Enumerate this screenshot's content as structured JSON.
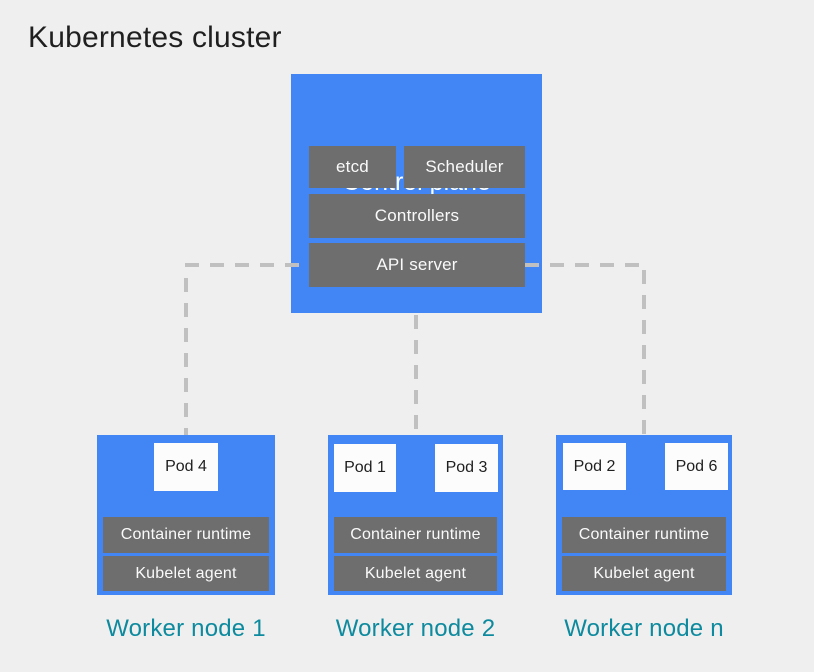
{
  "title": "Kubernetes cluster",
  "control_plane": {
    "label": "Control plane",
    "etcd": "etcd",
    "scheduler": "Scheduler",
    "controllers": "Controllers",
    "api_server": "API server"
  },
  "workers": [
    {
      "label": "Worker node 1",
      "pods": [
        "Pod 4"
      ],
      "container_runtime": "Container runtime",
      "kubelet_agent": "Kubelet agent"
    },
    {
      "label": "Worker node 2",
      "pods": [
        "Pod 1",
        "Pod 3"
      ],
      "container_runtime": "Container runtime",
      "kubelet_agent": "Kubelet agent"
    },
    {
      "label": "Worker node n",
      "pods": [
        "Pod 2",
        "Pod 6"
      ],
      "container_runtime": "Container runtime",
      "kubelet_agent": "Kubelet agent"
    }
  ],
  "colors": {
    "background": "#EFEFEF",
    "node_blue": "#4285F4",
    "component_gray": "#6E6E6E",
    "pod_white": "#FCFCFC",
    "worker_label_teal": "#0E8A9E",
    "connector_gray": "#C0C0C0",
    "title_text": "#1F1F1F",
    "light_text": "#FFFFFF"
  }
}
